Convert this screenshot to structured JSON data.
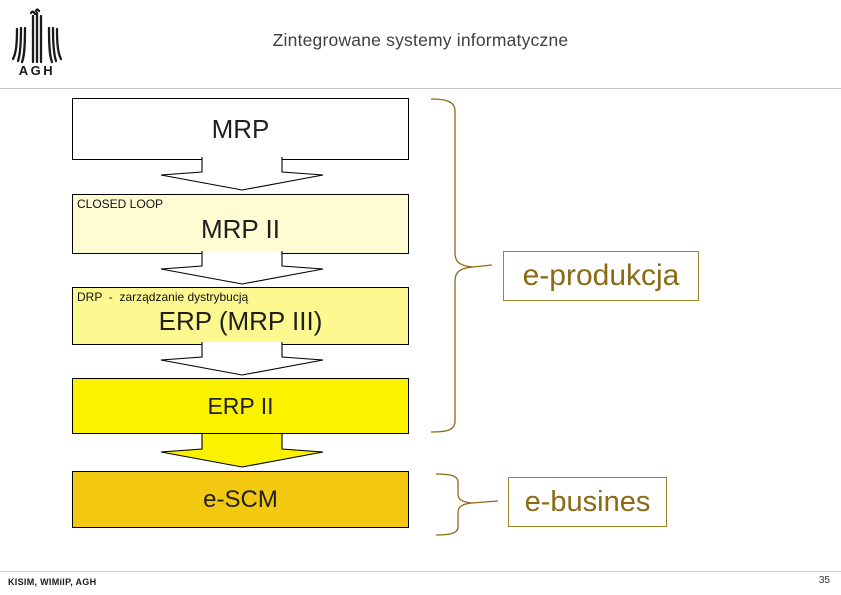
{
  "header": {
    "title": "Zintegrowane systemy informatyczne",
    "logo_text": "AGH"
  },
  "diagram": {
    "boxes": [
      {
        "label": "MRP",
        "corner_label": "",
        "bg": "#ffffff"
      },
      {
        "label": "MRP II",
        "corner_label": "CLOSED LOOP",
        "bg": "#fffbd2"
      },
      {
        "label": "ERP (MRP III)",
        "corner_label": "DRP  -  zarządzanie dystrybucją",
        "bg": "#fdf88f"
      },
      {
        "label": "ERP II",
        "corner_label": "",
        "bg": "#fbf200"
      },
      {
        "label": "e-SCM",
        "corner_label": "",
        "bg": "#f2c811"
      }
    ],
    "arrow_fills": [
      "#ffffff",
      "#ffffff",
      "#ffffff",
      "#fbf200"
    ],
    "side_labels": [
      {
        "label": "e-produkcja"
      },
      {
        "label": "e-busines"
      }
    ],
    "colors": {
      "brace": "#8a6b14",
      "side_label_text": "#8a6b14",
      "side_label_border": "#a08428",
      "box_border": "#000000"
    }
  },
  "footer": {
    "left_text": "KISIM, WIMiIP, AGH",
    "page_number": "35"
  }
}
